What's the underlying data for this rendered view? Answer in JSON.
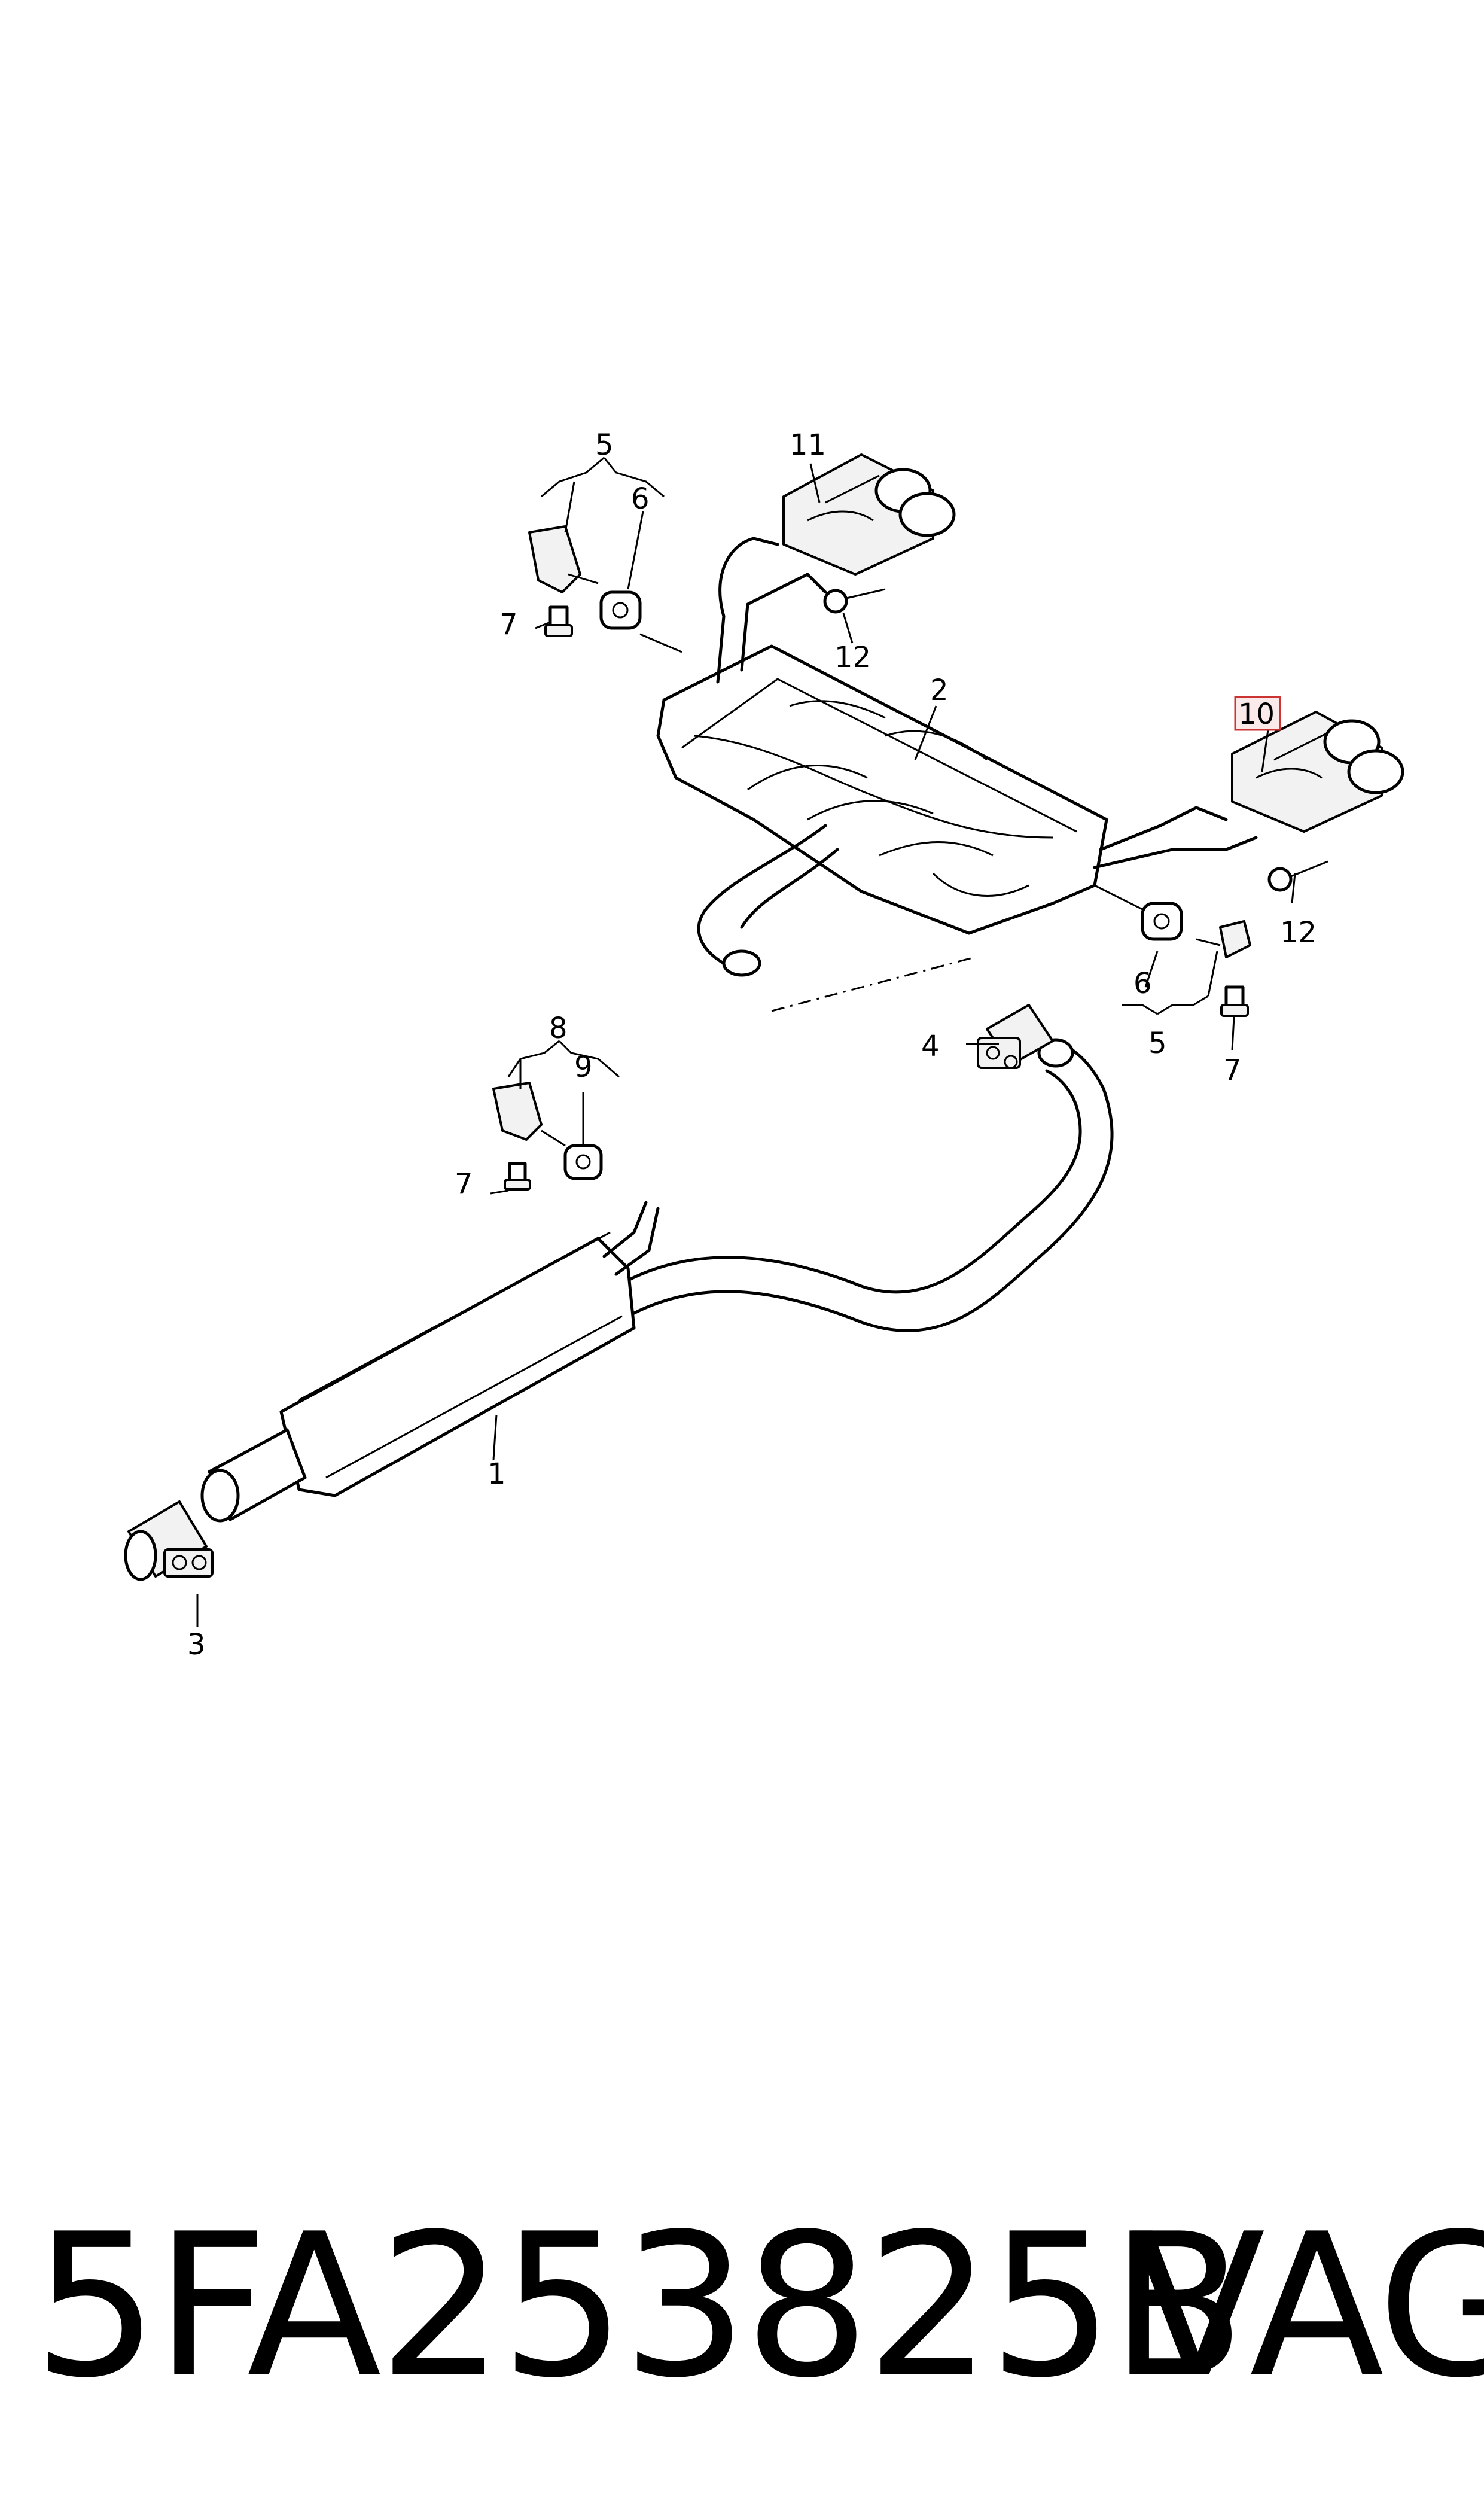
{
  "diagram": {
    "callouts": {
      "c1": "1",
      "c2": "2",
      "c3": "3",
      "c4": "4",
      "c5a": "5",
      "c5b": "5",
      "c6a": "6",
      "c6b": "6",
      "c7a": "7",
      "c7b": "7",
      "c7c": "7",
      "c8": "8",
      "c9": "9",
      "c10": "10",
      "c11": "11",
      "c12a": "12",
      "c12b": "12"
    },
    "highlight_color": "#cc3333"
  },
  "footer": {
    "part_number": "5FA253825B",
    "brand": "VAG"
  }
}
